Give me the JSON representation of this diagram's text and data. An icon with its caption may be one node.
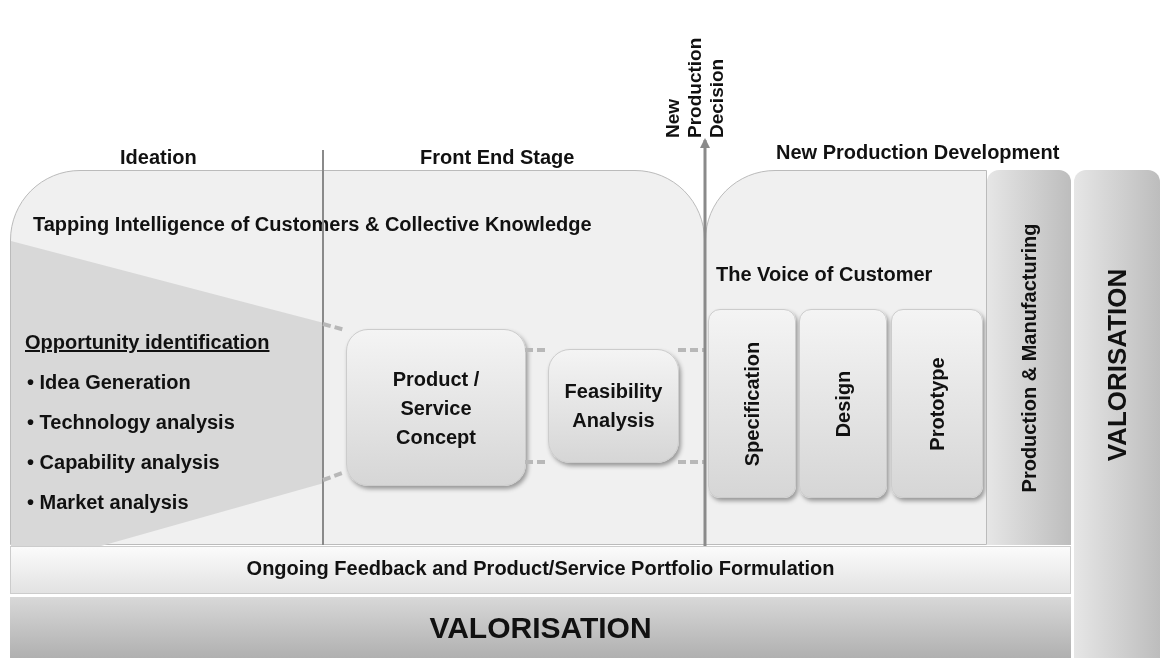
{
  "diagram": {
    "nodes": [
      {
        "text": [
          "Tapping Intelligence of Customers & Collective Knowledge"
        ]
      },
      {
        "text": [
          "Opportunity identification",
          "• Idea Generation",
          "• Technology analysis",
          "• Capability analysis",
          "• Market analysis"
        ],
        "in": 0
      },
      {
        "text": [
          "Product / Service Concept"
        ],
        "in": 0
      },
      {
        "text": [
          "Feasibility Analysis"
        ],
        "in": 0
      },
      {
        "text": [
          "New Production Development",
          "The Voice of Customer"
        ]
      },
      {
        "text": [
          "Specification"
        ],
        "in": 4
      },
      {
        "text": [
          "Design"
        ],
        "in": 4
      },
      {
        "text": [
          "Prototype"
        ],
        "in": 4
      },
      {
        "text": [
          "Production & Manufacturing"
        ]
      },
      {
        "text": [
          "Ongoing Feedback and Product/Service Portfolio  Formulation"
        ]
      },
      {
        "text": [
          "VALORISATION"
        ]
      },
      {
        "text": [
          "VALORISATION"
        ]
      },
      {
        "text": [
          "New Production Decision"
        ]
      }
    ],
    "edges": [
      {
        "from": 1,
        "to": 2,
        "arrow": "none",
        "style": "dashed"
      },
      {
        "from": 1,
        "to": 2,
        "arrow": "none",
        "style": "dashed"
      },
      {
        "from": 2,
        "to": 3,
        "arrow": "none",
        "style": "dashed"
      },
      {
        "from": 2,
        "to": 3,
        "arrow": "none",
        "style": "dashed"
      },
      {
        "from": 3,
        "to": 4,
        "arrow": "none",
        "style": "dashed"
      },
      {
        "from": 3,
        "to": 4,
        "arrow": "none",
        "style": "dashed"
      },
      {
        "from": 9,
        "to": 12,
        "arrow": "to"
      }
    ],
    "labels": [
      "Ideation",
      "Front End Stage"
    ]
  }
}
